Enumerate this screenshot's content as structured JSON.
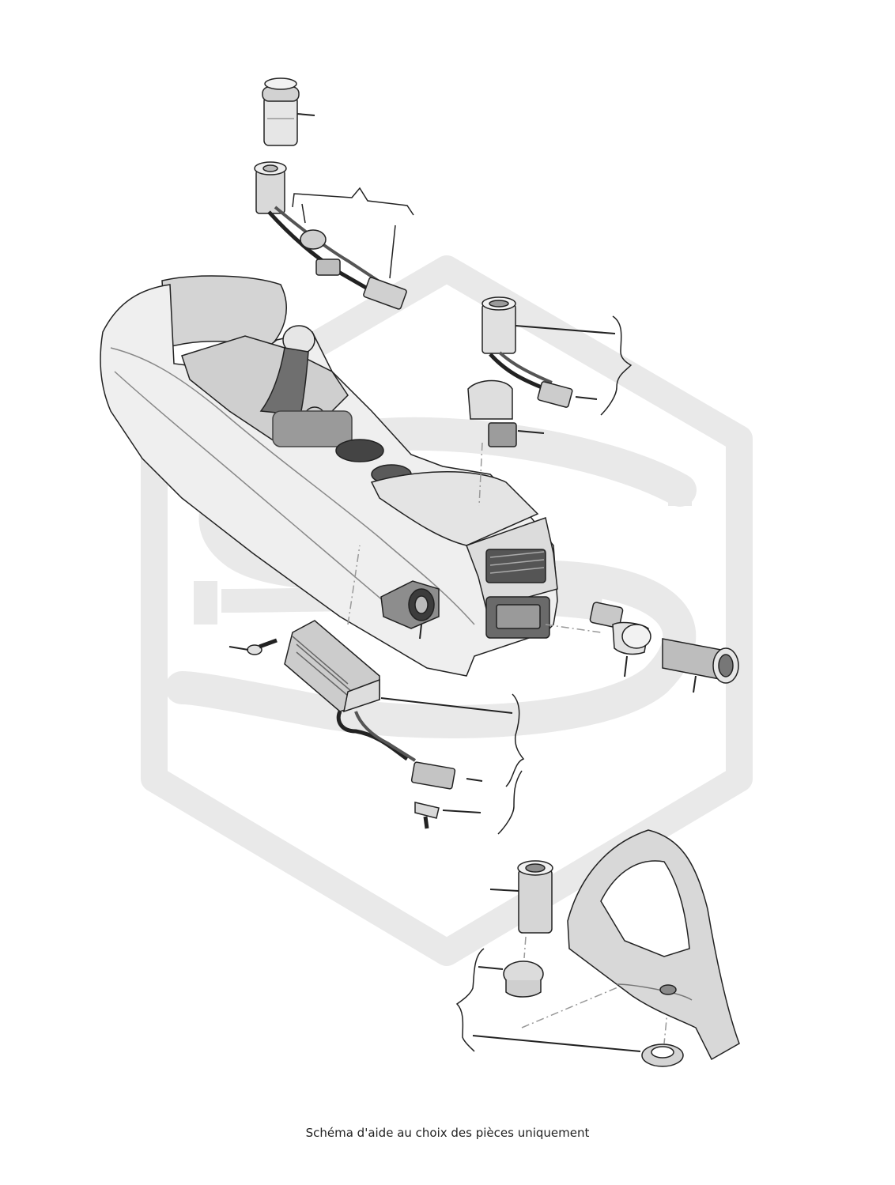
{
  "caption": "Schéma d'aide au choix des pièces uniquement",
  "colors": {
    "line": "#222222",
    "part_fill": "#eeeeee",
    "part_shade": "#c8c8c8",
    "dark_fill": "#8a8a8a",
    "watermark": "#e9e9e9",
    "background": "#ffffff"
  },
  "watermark": {
    "logo": "hexagon-s-logo"
  },
  "parts": [
    {
      "name": "cigarette-lighter-plug-top",
      "icon": "lighter-plug-icon"
    },
    {
      "name": "socket-with-harness-top",
      "icon": "socket-harness-icon"
    },
    {
      "name": "center-console",
      "icon": "center-console-icon"
    },
    {
      "name": "socket-with-harness-right",
      "icon": "socket-harness-icon"
    },
    {
      "name": "socket-housing-with-connector",
      "icon": "socket-housing-icon"
    },
    {
      "name": "socket-insert-console",
      "icon": "socket-insert-icon"
    },
    {
      "name": "screw",
      "icon": "screw-icon"
    },
    {
      "name": "inverter-module-with-harness",
      "icon": "inverter-icon"
    },
    {
      "name": "connector",
      "icon": "connector-icon"
    },
    {
      "name": "clip",
      "icon": "clip-icon"
    },
    {
      "name": "socket-connector-rear",
      "icon": "connector-icon"
    },
    {
      "name": "socket-ring-rear",
      "icon": "socket-ring-icon"
    },
    {
      "name": "socket-housing-rear",
      "icon": "socket-housing-icon"
    },
    {
      "name": "socket-trunk",
      "icon": "socket-icon"
    },
    {
      "name": "cap",
      "icon": "cap-icon"
    },
    {
      "name": "nut",
      "icon": "nut-icon"
    },
    {
      "name": "trunk-side-trim",
      "icon": "trim-panel-icon"
    }
  ]
}
